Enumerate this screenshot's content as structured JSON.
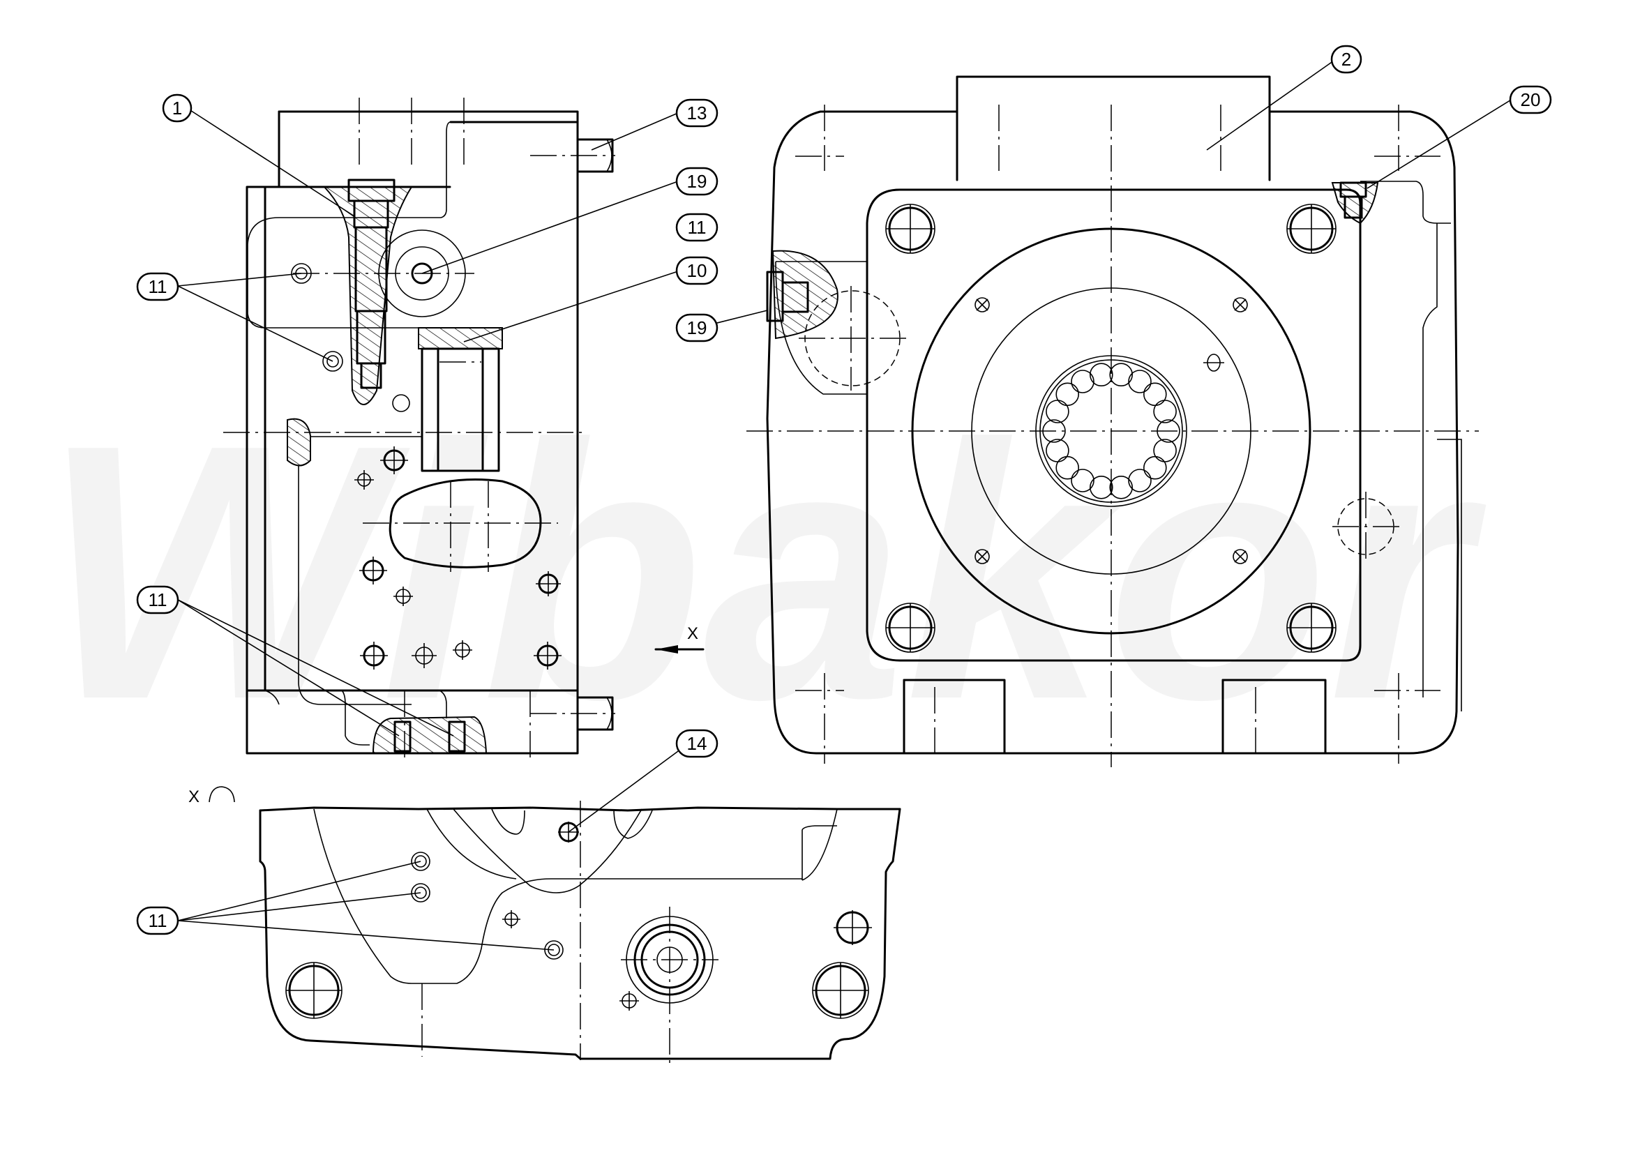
{
  "watermark": "Wibakor",
  "colors": {
    "line": "#000000",
    "watermark": "#f3f3f3",
    "background": "#ffffff"
  },
  "views": [
    {
      "name": "side-section-view"
    },
    {
      "name": "front-view"
    },
    {
      "name": "view-x"
    }
  ],
  "view_labels": {
    "direction_arrow": "X",
    "rotated_view": "X"
  },
  "callouts": [
    {
      "id": "c1",
      "label": "1"
    },
    {
      "id": "c13",
      "label": "13"
    },
    {
      "id": "c19a",
      "label": "19"
    },
    {
      "id": "c11a",
      "label": "11"
    },
    {
      "id": "c10",
      "label": "10"
    },
    {
      "id": "c11b",
      "label": "11"
    },
    {
      "id": "c19b",
      "label": "19"
    },
    {
      "id": "c2",
      "label": "2"
    },
    {
      "id": "c20",
      "label": "20"
    },
    {
      "id": "c11c",
      "label": "11"
    },
    {
      "id": "c14",
      "label": "14"
    },
    {
      "id": "c11d",
      "label": "11"
    }
  ]
}
